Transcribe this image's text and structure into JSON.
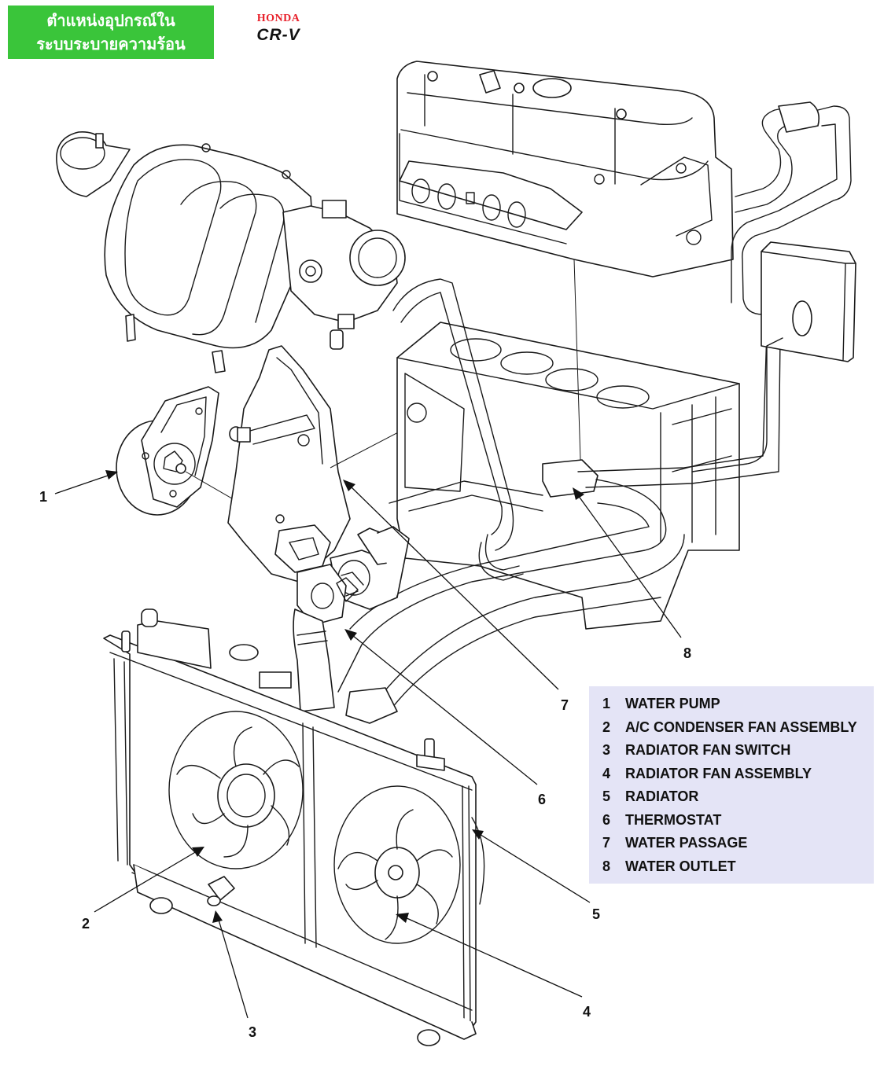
{
  "banner": {
    "line1": "ตำแหน่งอุปกรณ์ใน",
    "line2": "ระบบระบายความร้อน",
    "color": "#3ac53a"
  },
  "logo": {
    "brand": "HONDA",
    "model": "CR-V",
    "brand_color": "#e8202a"
  },
  "callouts": [
    {
      "num": "1",
      "part": "water-pump"
    },
    {
      "num": "2",
      "part": "ac-condenser-fan-assembly"
    },
    {
      "num": "3",
      "part": "radiator-fan-switch"
    },
    {
      "num": "4",
      "part": "radiator-fan-assembly"
    },
    {
      "num": "5",
      "part": "radiator"
    },
    {
      "num": "6",
      "part": "thermostat"
    },
    {
      "num": "7",
      "part": "water-passage"
    },
    {
      "num": "8",
      "part": "water-outlet"
    }
  ],
  "legend": {
    "background": "#e4e4f6",
    "items": [
      {
        "num": "1",
        "label": "WATER PUMP"
      },
      {
        "num": "2",
        "label": "A/C CONDENSER FAN ASSEMBLY"
      },
      {
        "num": "3",
        "label": "RADIATOR FAN SWITCH"
      },
      {
        "num": "4",
        "label": "RADIATOR FAN ASSEMBLY"
      },
      {
        "num": "5",
        "label": "RADIATOR"
      },
      {
        "num": "6",
        "label": "THERMOSTAT"
      },
      {
        "num": "7",
        "label": "WATER PASSAGE"
      },
      {
        "num": "8",
        "label": "WATER OUTLET"
      }
    ]
  }
}
